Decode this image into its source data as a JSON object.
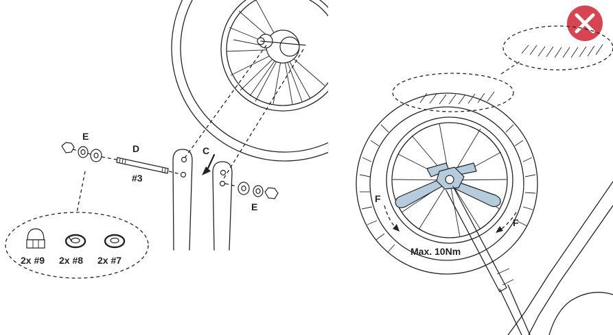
{
  "labels": {
    "axle": "D",
    "axle_part": "#3",
    "direction": "C",
    "washers_left": "E",
    "washers_right": "E",
    "tool_left": "F",
    "tool_right": "F",
    "torque": "Max. 10Nm"
  },
  "parts": [
    {
      "qty_label": "2x #9",
      "icon": "cap-nut-icon"
    },
    {
      "qty_label": "2x #8",
      "icon": "spring-washer-icon"
    },
    {
      "qty_label": "2x #7",
      "icon": "flat-washer-icon"
    }
  ],
  "status": {
    "icon": "error-x-icon",
    "color": "#d64550"
  },
  "colors": {
    "line": "#222222",
    "tool_fill": "#b4ccdc"
  }
}
